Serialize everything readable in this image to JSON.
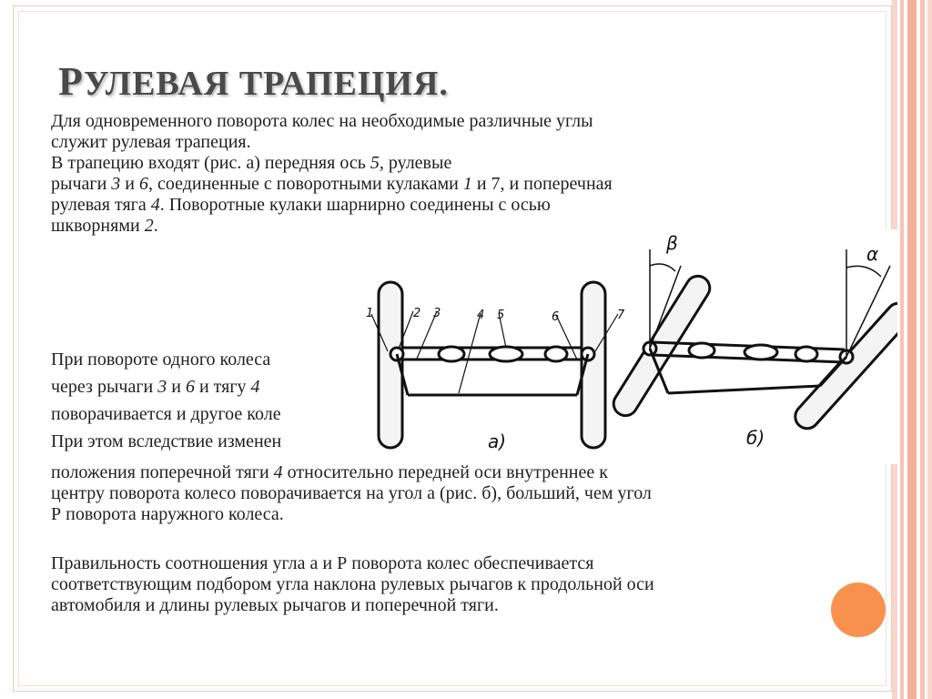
{
  "slide": {
    "title_cap": "Р",
    "title_rest": "УЛЕВАЯ ТРАПЕЦИЯ.",
    "p1": {
      "l1": "Для одновременного поворота колес на необходимые различные углы",
      "l2": "служит рулевая трапеция.",
      "l3a": "В трапецию входят (рис. а)  передняя ось ",
      "n5": "5",
      "l3b": ", рулевые",
      "l4a": "рычаги ",
      "n3": "3",
      "l4b": " и ",
      "n6": "6",
      "l4c": ", соединенные с поворотными кулаками ",
      "n1": "1",
      "l4d": " и 7, и поперечная",
      "l5a": "рулевая тяга ",
      "n4": "4",
      "l5b": ". Поворотные кулаки шарнирно соединены с осью",
      "l6a": "шкворнями ",
      "n2": "2",
      "l6b": "."
    },
    "p2": {
      "l1": "При повороте одного колеса",
      "l2a": "через рычаги ",
      "n3": "3",
      "l2b": " и ",
      "n6": "6",
      "l2c": " и тягу ",
      "n4": "4",
      "l3": "поворачивается и другое коле",
      "l4": "При этом вследствие изменен"
    },
    "p3": {
      "l1a": "положения поперечной тяги ",
      "n4": "4",
      "l1b": " относительно передней оси внутреннее к",
      "l2": "центру поворота колесо поворачивается на угол а (рис. б), больший, чем угол",
      "l3": "Р поворота наружного колеса."
    },
    "p4": {
      "l1": "Правильность соотношения угла а и Р поворота колес обеспечивается",
      "l2": "соответствующим подбором угла наклона рулевых рычагов к продольной оси",
      "l3": "автомобиля и длины рулевых рычагов и поперечной тяги."
    }
  },
  "diagram": {
    "labels": [
      "1",
      "2",
      "3",
      "4",
      "5",
      "6",
      "7"
    ],
    "fig_a": "а)",
    "fig_b": "б)",
    "angle_beta": "β",
    "angle_alpha": "α"
  },
  "colors": {
    "accent": "#f8914e",
    "stripe_1": "#f6c3b3",
    "stripe_2": "#f3b09b",
    "title": "#4a4a4a"
  }
}
